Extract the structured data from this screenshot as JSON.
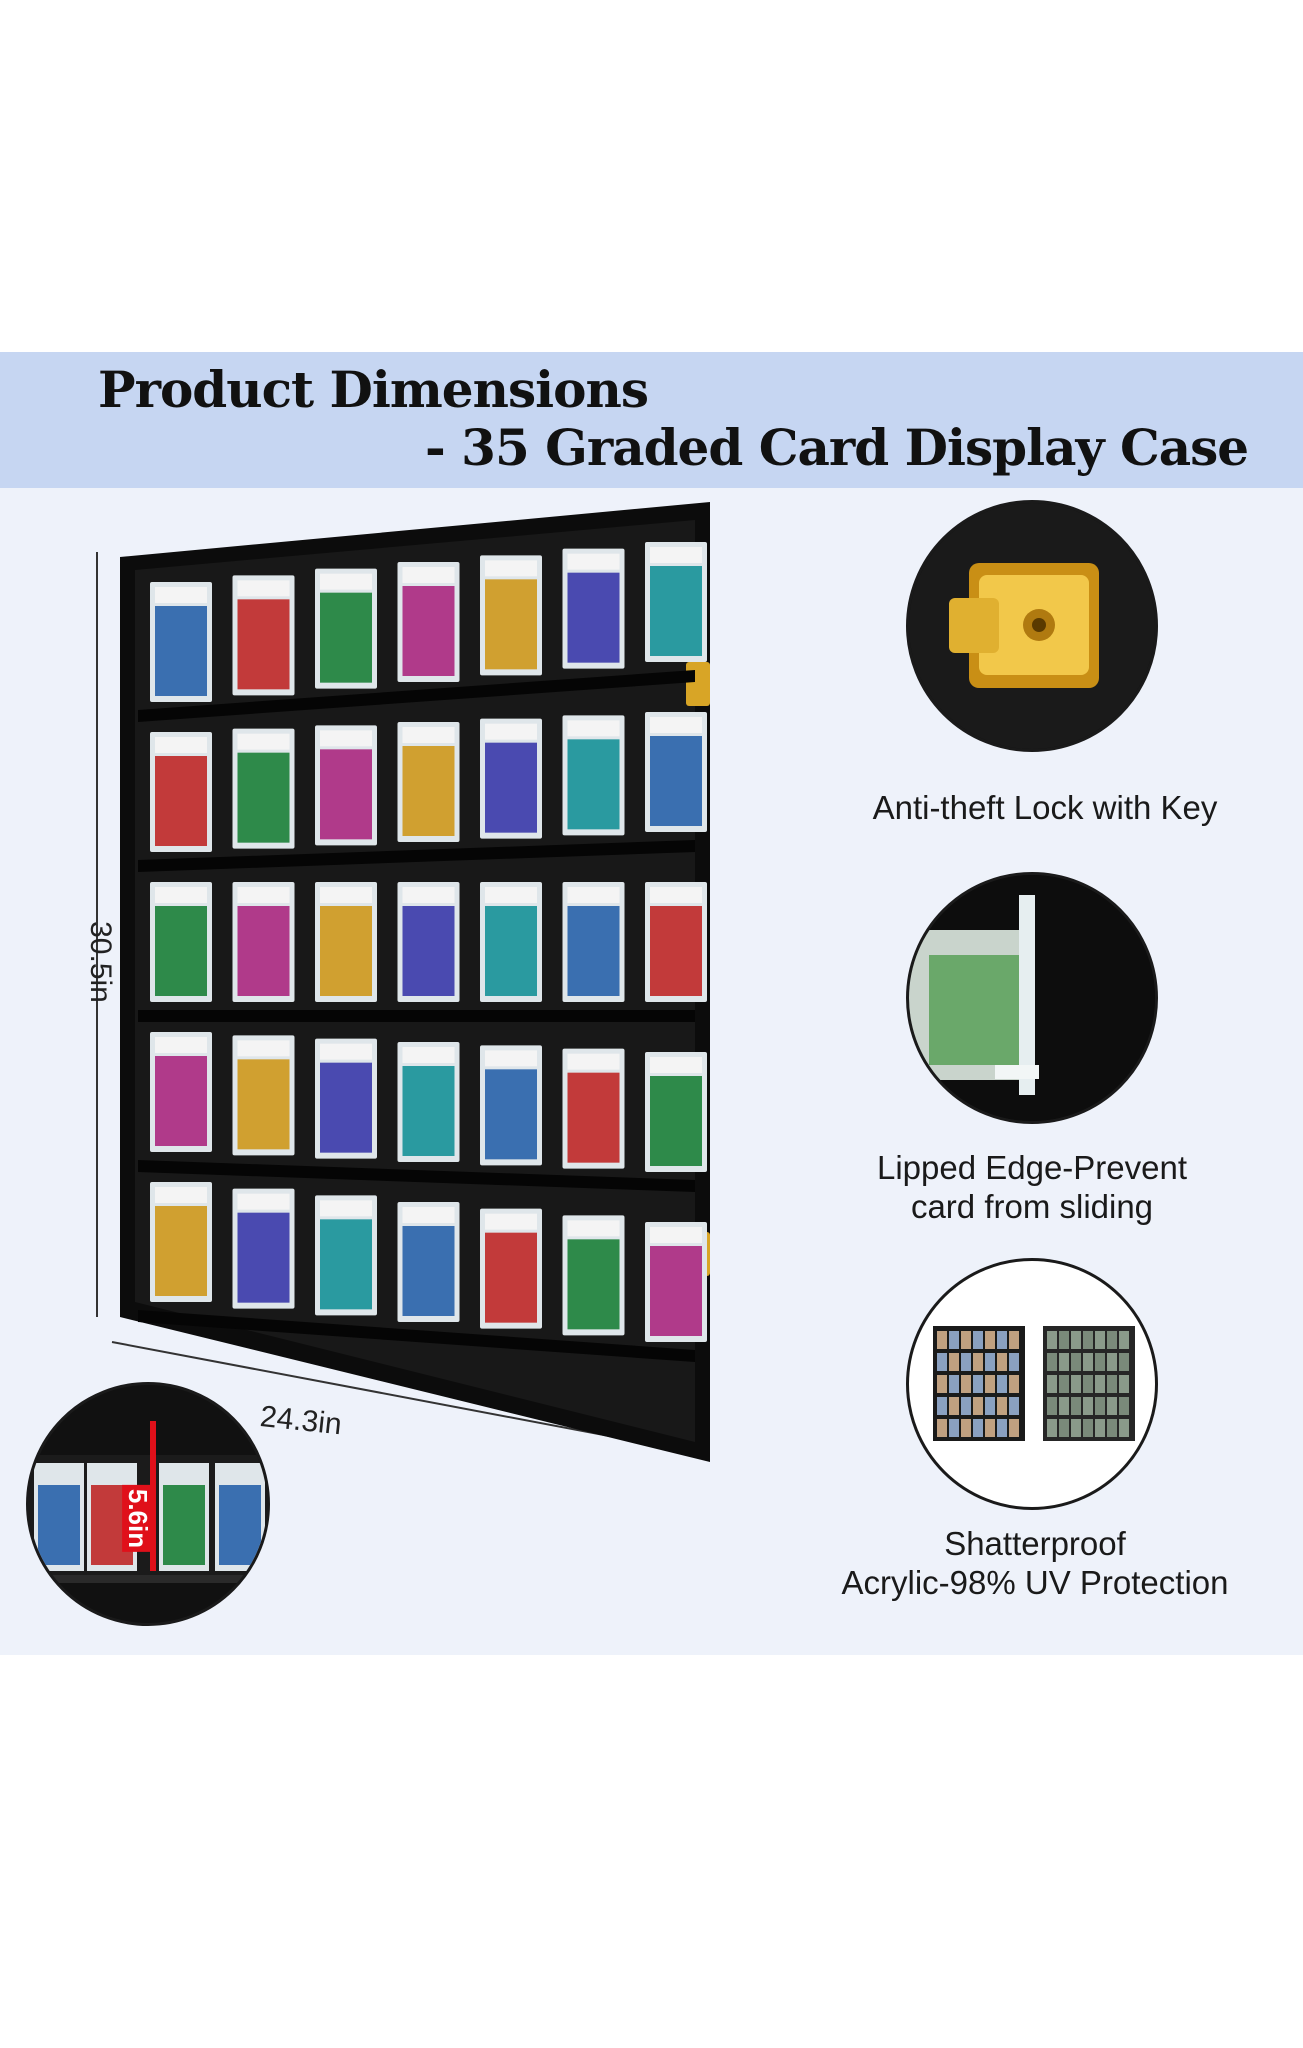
{
  "title": {
    "line1": "Product Dimensions",
    "line2": "- 35 Graded Card Display Case"
  },
  "dimensions": {
    "height": "30.5in",
    "width": "24.3in",
    "shelf_spacing": "5.6in"
  },
  "features": [
    {
      "label_line1": "Anti-theft Lock with Key",
      "label_line2": "",
      "icon": "lock-icon"
    },
    {
      "label_line1": "Lipped Edge-Prevent",
      "label_line2": "card from sliding",
      "icon": "lip-edge-icon"
    },
    {
      "label_line1": "Shatterproof",
      "label_line2": "Acrylic-98% UV Protection",
      "icon": "uv-acrylic-icon"
    }
  ],
  "case": {
    "rows": 5,
    "cards_per_row": 7,
    "frame_color": "#111111"
  },
  "colors": {
    "banner": "#c6d6f2",
    "panel": "#eef2fa",
    "lock_gold": "#e0b030",
    "measure_red": "#e0101a"
  }
}
